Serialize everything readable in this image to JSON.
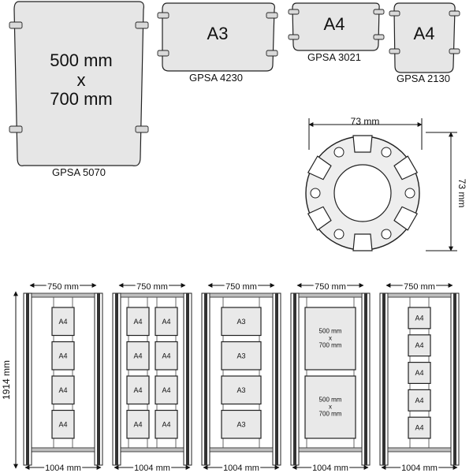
{
  "products": [
    {
      "size_label_line1": "500 mm",
      "size_label_line2": "x",
      "size_label_line3": "700 mm",
      "code": "GPSA 5070"
    },
    {
      "size_label": "A3",
      "code": "GPSA 4230"
    },
    {
      "size_label": "A4",
      "code": "GPSA 3021"
    },
    {
      "size_label": "A4",
      "code": "GPSA 2130"
    }
  ],
  "profile": {
    "width_label": "73 mm",
    "height_label": "73 mm"
  },
  "stands": [
    {
      "top_width": "750 mm",
      "bottom_width": "1004 mm",
      "poster_label": "A4",
      "columns": 1,
      "count": 4,
      "height": "1914 mm"
    },
    {
      "top_width": "750 mm",
      "bottom_width": "1004 mm",
      "poster_label": "A4",
      "columns": 2,
      "count": 4
    },
    {
      "top_width": "750 mm",
      "bottom_width": "1004 mm",
      "poster_label": "A3",
      "columns": 1,
      "count": 4
    },
    {
      "top_width": "750 mm",
      "bottom_width": "1004 mm",
      "poster_line1": "500 mm",
      "poster_line2": "x",
      "poster_line3": "700 mm",
      "columns": 1,
      "count": 2
    },
    {
      "top_width": "750 mm",
      "bottom_width": "1004 mm",
      "poster_label": "A4",
      "columns": 1,
      "count": 5
    }
  ]
}
